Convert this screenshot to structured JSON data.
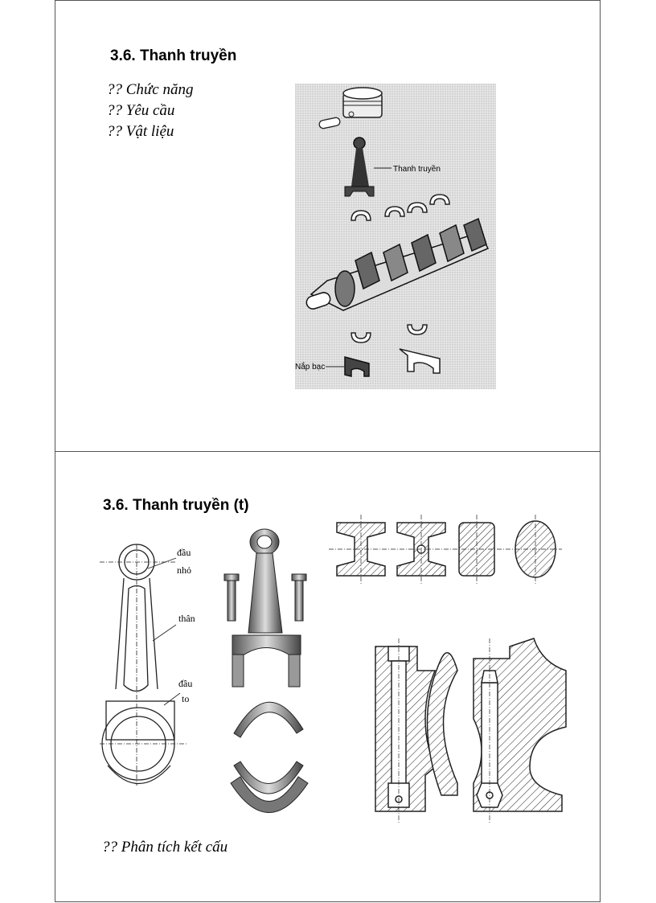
{
  "slide1": {
    "title": "3.6. Thanh truyền",
    "bullets": [
      "?? Chức năng",
      "?? Yêu cầu",
      "?? Vật liệu"
    ],
    "figure": {
      "label_rod": "Thanh truyền",
      "label_cap": "Nắp bạc"
    }
  },
  "slide2": {
    "title": "3.6. Thanh truyền (t)",
    "drawing_labels": {
      "small_end_1": "đầu",
      "small_end_2": "nhỏ",
      "body": "thân",
      "big_end_1": "đầu",
      "big_end_2": "to"
    },
    "footer_text": "?? Phân tích kết cấu"
  }
}
